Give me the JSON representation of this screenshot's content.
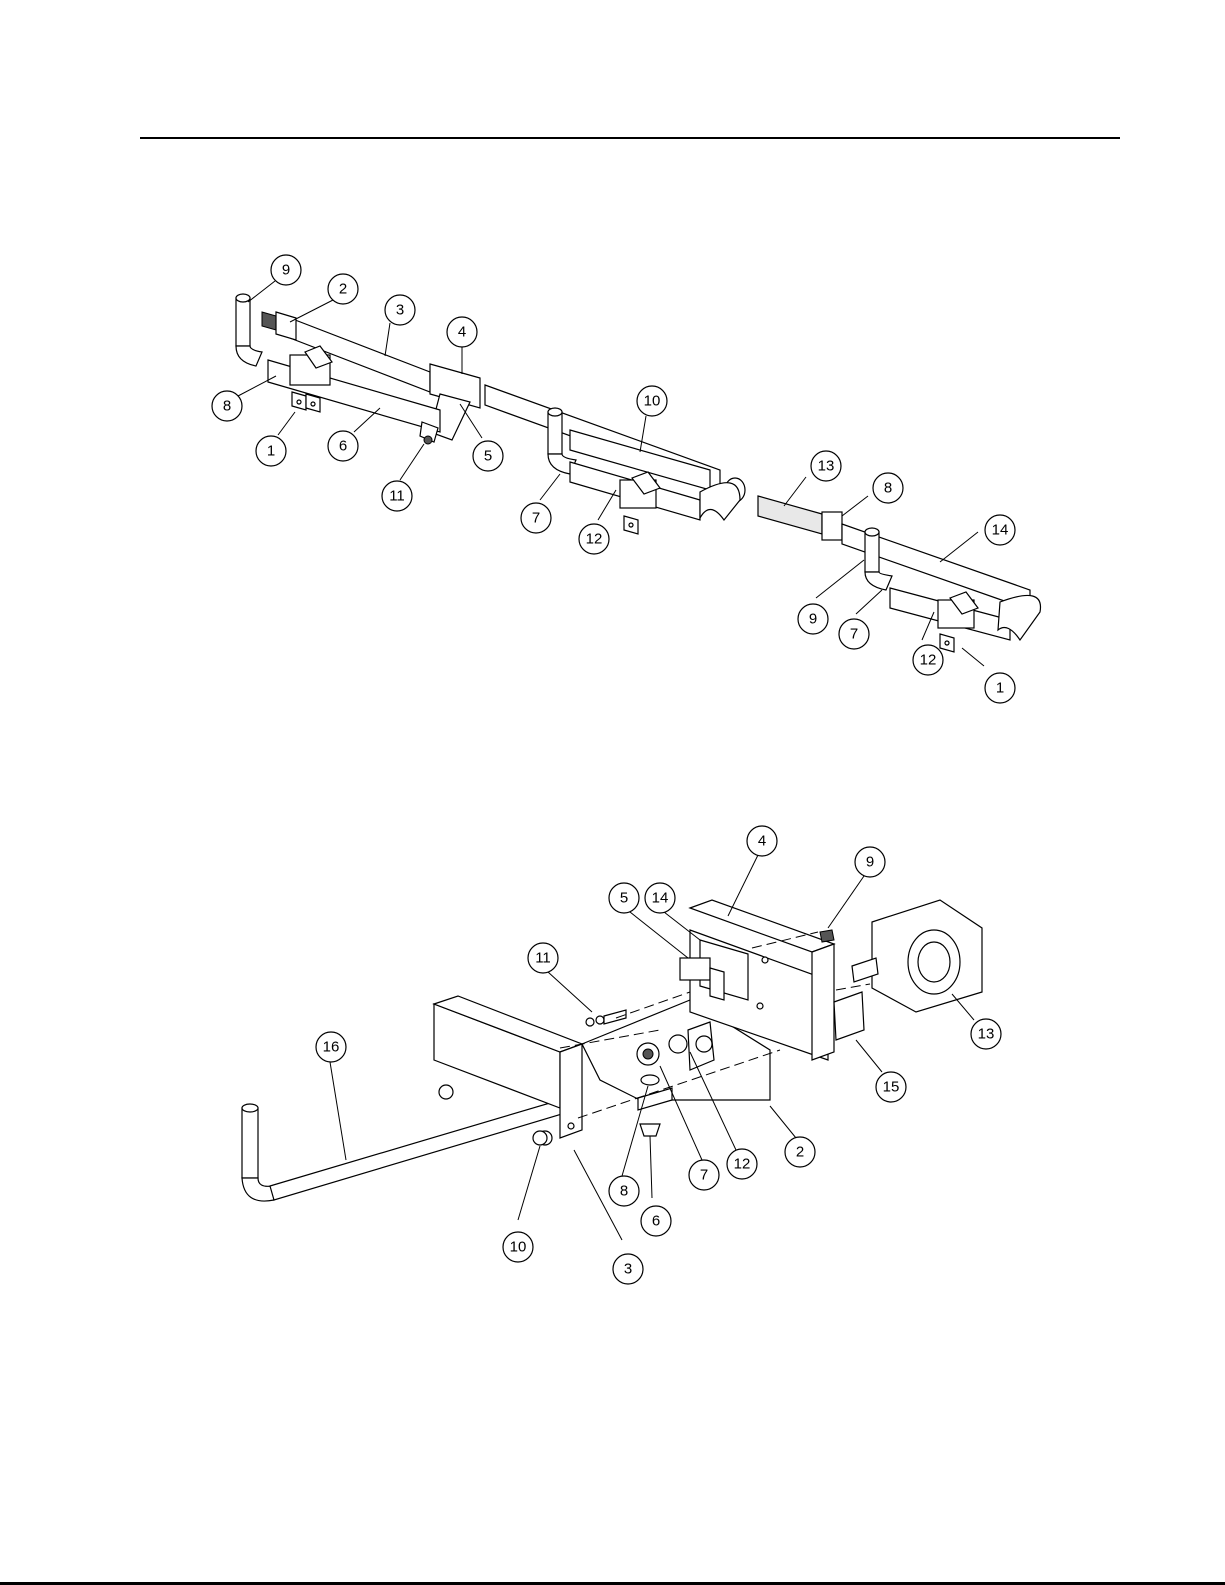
{
  "figure_top": {
    "callouts": [
      "9",
      "2",
      "3",
      "4",
      "8",
      "1",
      "6",
      "11",
      "5",
      "10",
      "7",
      "12",
      "13",
      "8",
      "14",
      "9",
      "7",
      "12",
      "1"
    ]
  },
  "figure_bottom": {
    "callouts": [
      "4",
      "9",
      "5",
      "14",
      "11",
      "16",
      "13",
      "15",
      "2",
      "12",
      "7",
      "8",
      "6",
      "10",
      "3"
    ]
  }
}
